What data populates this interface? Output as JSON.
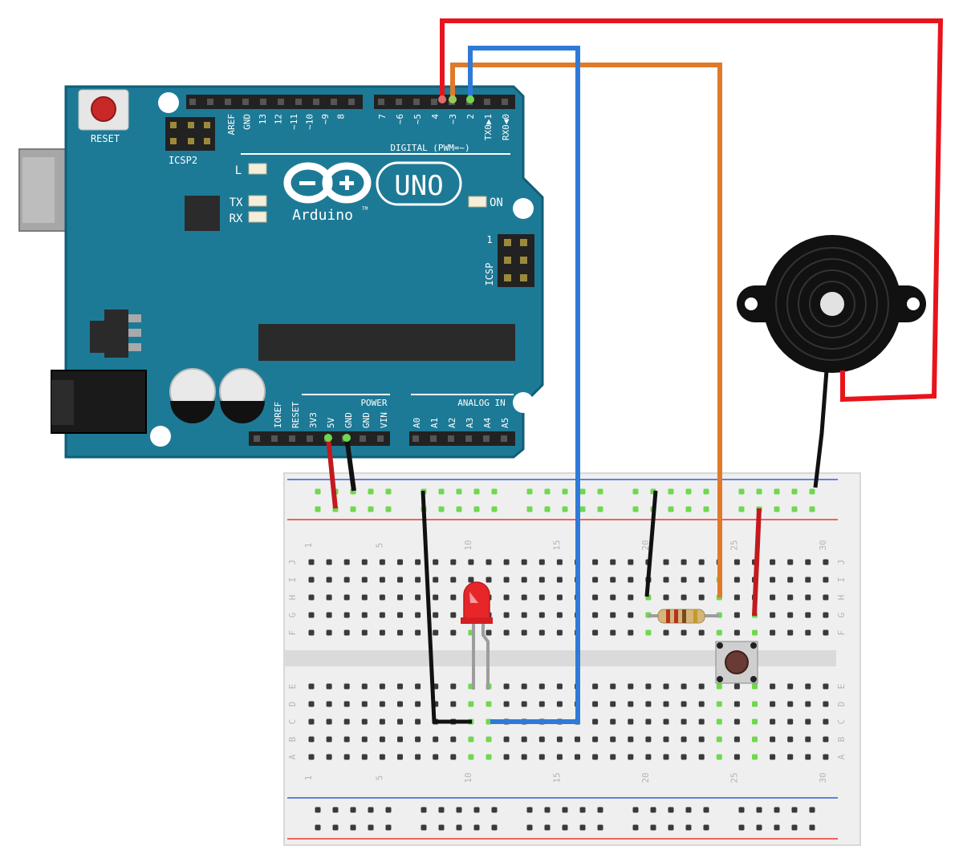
{
  "board": {
    "reset": "RESET",
    "icsp2": "ICSP2",
    "icsp": "ICSP",
    "icsp_pin1": "1",
    "led_l": "L",
    "led_tx": "TX",
    "led_rx": "RX",
    "on": "ON",
    "brand": "Arduino",
    "tm": "TM",
    "model": "UNO",
    "digital_label": "DIGITAL (PWM=~)",
    "power_label": "POWER",
    "analog_label": "ANALOG IN",
    "top_pins_a": [
      "AREF",
      "GND",
      "13",
      "12",
      "~11",
      "~10",
      "~9",
      "8"
    ],
    "top_pins_b": [
      "7",
      "~6",
      "~5",
      "4",
      "~3",
      "2",
      "TX0▶1",
      "RX0◀0"
    ],
    "power_pins": [
      "IOREF",
      "RESET",
      "3V3",
      "5V",
      "GND",
      "GND",
      "VIN"
    ],
    "analog_pins": [
      "A0",
      "A1",
      "A2",
      "A3",
      "A4",
      "A5"
    ]
  },
  "breadboard": {
    "row_letters_top": [
      "J",
      "I",
      "H",
      "G",
      "F"
    ],
    "row_letters_bottom": [
      "E",
      "D",
      "C",
      "B",
      "A"
    ],
    "column_numbers": [
      "1",
      "5",
      "10",
      "15",
      "20",
      "25",
      "30"
    ]
  },
  "colors": {
    "board": "#1d7a96",
    "board_edge": "#0f5e78",
    "wire_red": "#e8141b",
    "wire_orange": "#de7a2a",
    "wire_blue": "#2f7ad6",
    "wire_black": "#111111",
    "led_red": "#e8262a",
    "breadboard": "#efefef",
    "hole": "#3a3a3a",
    "hole_active": "#6fd84f"
  }
}
